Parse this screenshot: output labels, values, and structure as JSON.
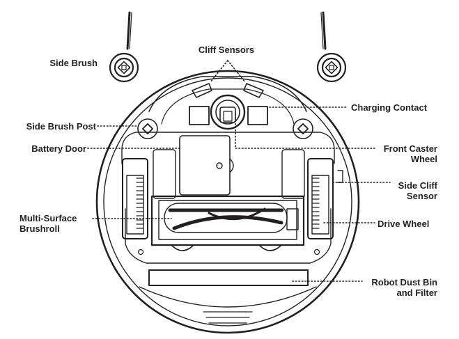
{
  "labels": {
    "side_brush": "Side Brush",
    "cliff_sensors": "Cliff Sensors",
    "charging_contact": "Charging Contact",
    "side_brush_post": "Side Brush Post",
    "battery_door": "Battery Door",
    "front_caster_wheel": [
      "Front Caster",
      "Wheel"
    ],
    "side_cliff_sensor": [
      "Side Cliff",
      "Sensor"
    ],
    "multi_surface_brushroll": [
      "Multi-Surface",
      "Brushroll"
    ],
    "drive_wheel": "Drive Wheel",
    "robot_dust_bin": [
      "Robot Dust Bin",
      "and Filter"
    ]
  },
  "colors": {
    "line": "#231f20",
    "background": "#ffffff"
  }
}
